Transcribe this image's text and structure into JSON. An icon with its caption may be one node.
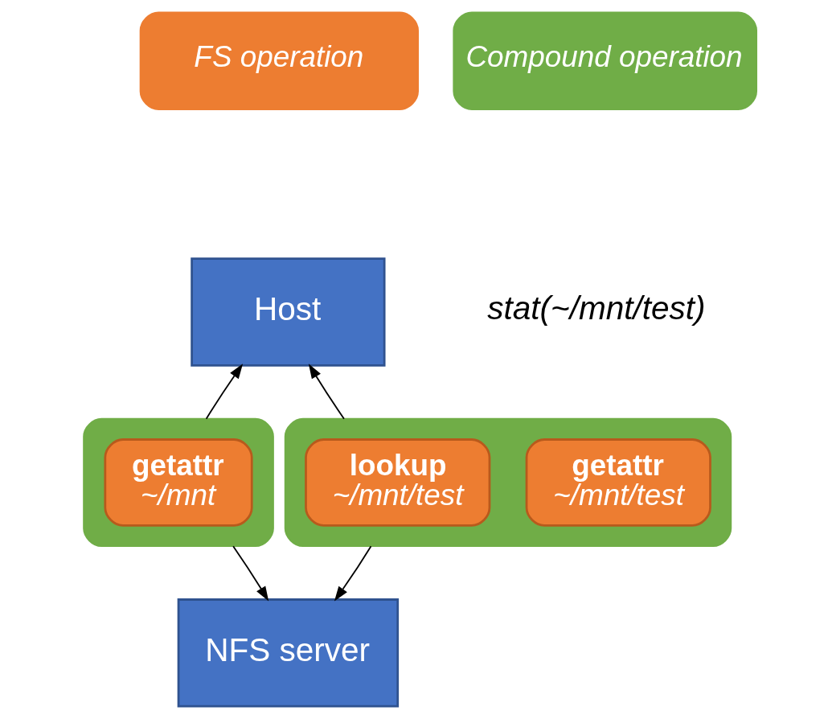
{
  "diagram": {
    "nodes": [
      {
        "text": [
          "Host"
        ]
      },
      {
        "text": [],
        "shape": "box"
      },
      {
        "text": [
          "getattr",
          "~/mnt"
        ],
        "in": 1
      },
      {
        "text": [],
        "shape": "box"
      },
      {
        "text": [
          "lookup",
          "~/mnt/test"
        ],
        "in": 3
      },
      {
        "text": [
          "getattr",
          "~/mnt/test"
        ],
        "in": 3
      },
      {
        "text": [
          "NFS server"
        ]
      }
    ],
    "edges": [
      {
        "from": 1,
        "to": 0,
        "arrow": "to"
      },
      {
        "from": 3,
        "to": 0,
        "arrow": "to"
      },
      {
        "from": 1,
        "to": 6,
        "arrow": "to"
      },
      {
        "from": 3,
        "to": 6,
        "arrow": "to"
      }
    ],
    "labels": [
      "stat(~/mnt/test)"
    ],
    "legend": [
      {
        "text": "FS operation",
        "color": "#ed7d31"
      },
      {
        "text": "Compound operation",
        "color": "#70ad47"
      }
    ]
  }
}
